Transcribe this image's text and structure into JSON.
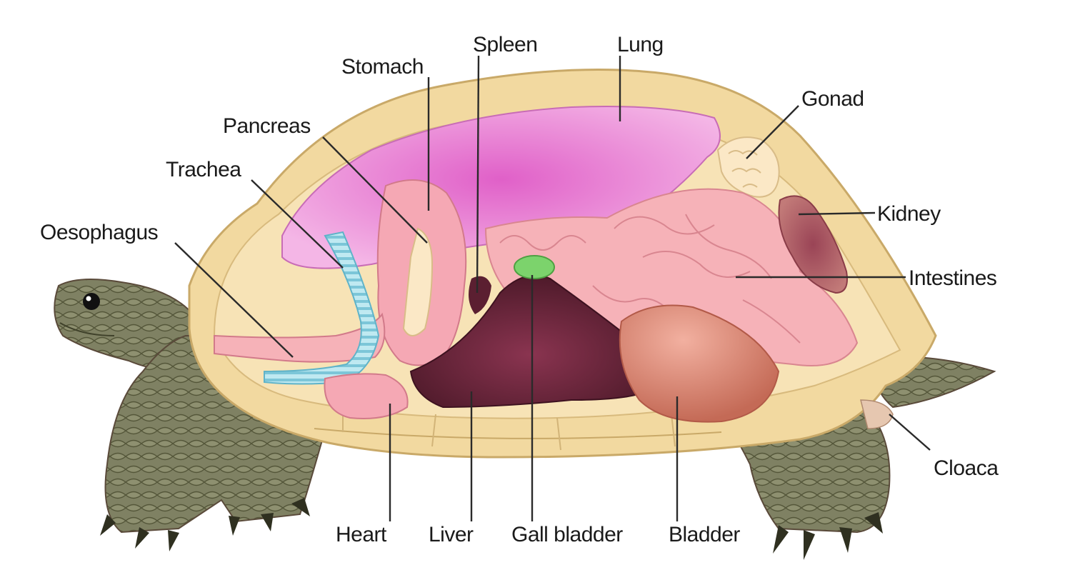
{
  "labels": {
    "stomach": "Stomach",
    "spleen": "Spleen",
    "lung": "Lung",
    "gonad": "Gonad",
    "pancreas": "Pancreas",
    "trachea": "Trachea",
    "oesophagus": "Oesophagus",
    "kidney": "Kidney",
    "intestines": "Intestines",
    "cloaca": "Cloaca",
    "heart": "Heart",
    "liver": "Liver",
    "gall_bladder": "Gall bladder",
    "bladder": "Bladder"
  },
  "colors": {
    "shell": "#f2d9a0",
    "shell_edge": "#c9a968",
    "skin": "#7d7f61",
    "lung": "#e98ad2",
    "intestines": "#f6b2b8",
    "liver": "#6e2a3e",
    "kidney": "#a85a62",
    "bladder": "#d98a78",
    "trachea": "#8fd3e2",
    "gall_bladder": "#7cd36c"
  }
}
